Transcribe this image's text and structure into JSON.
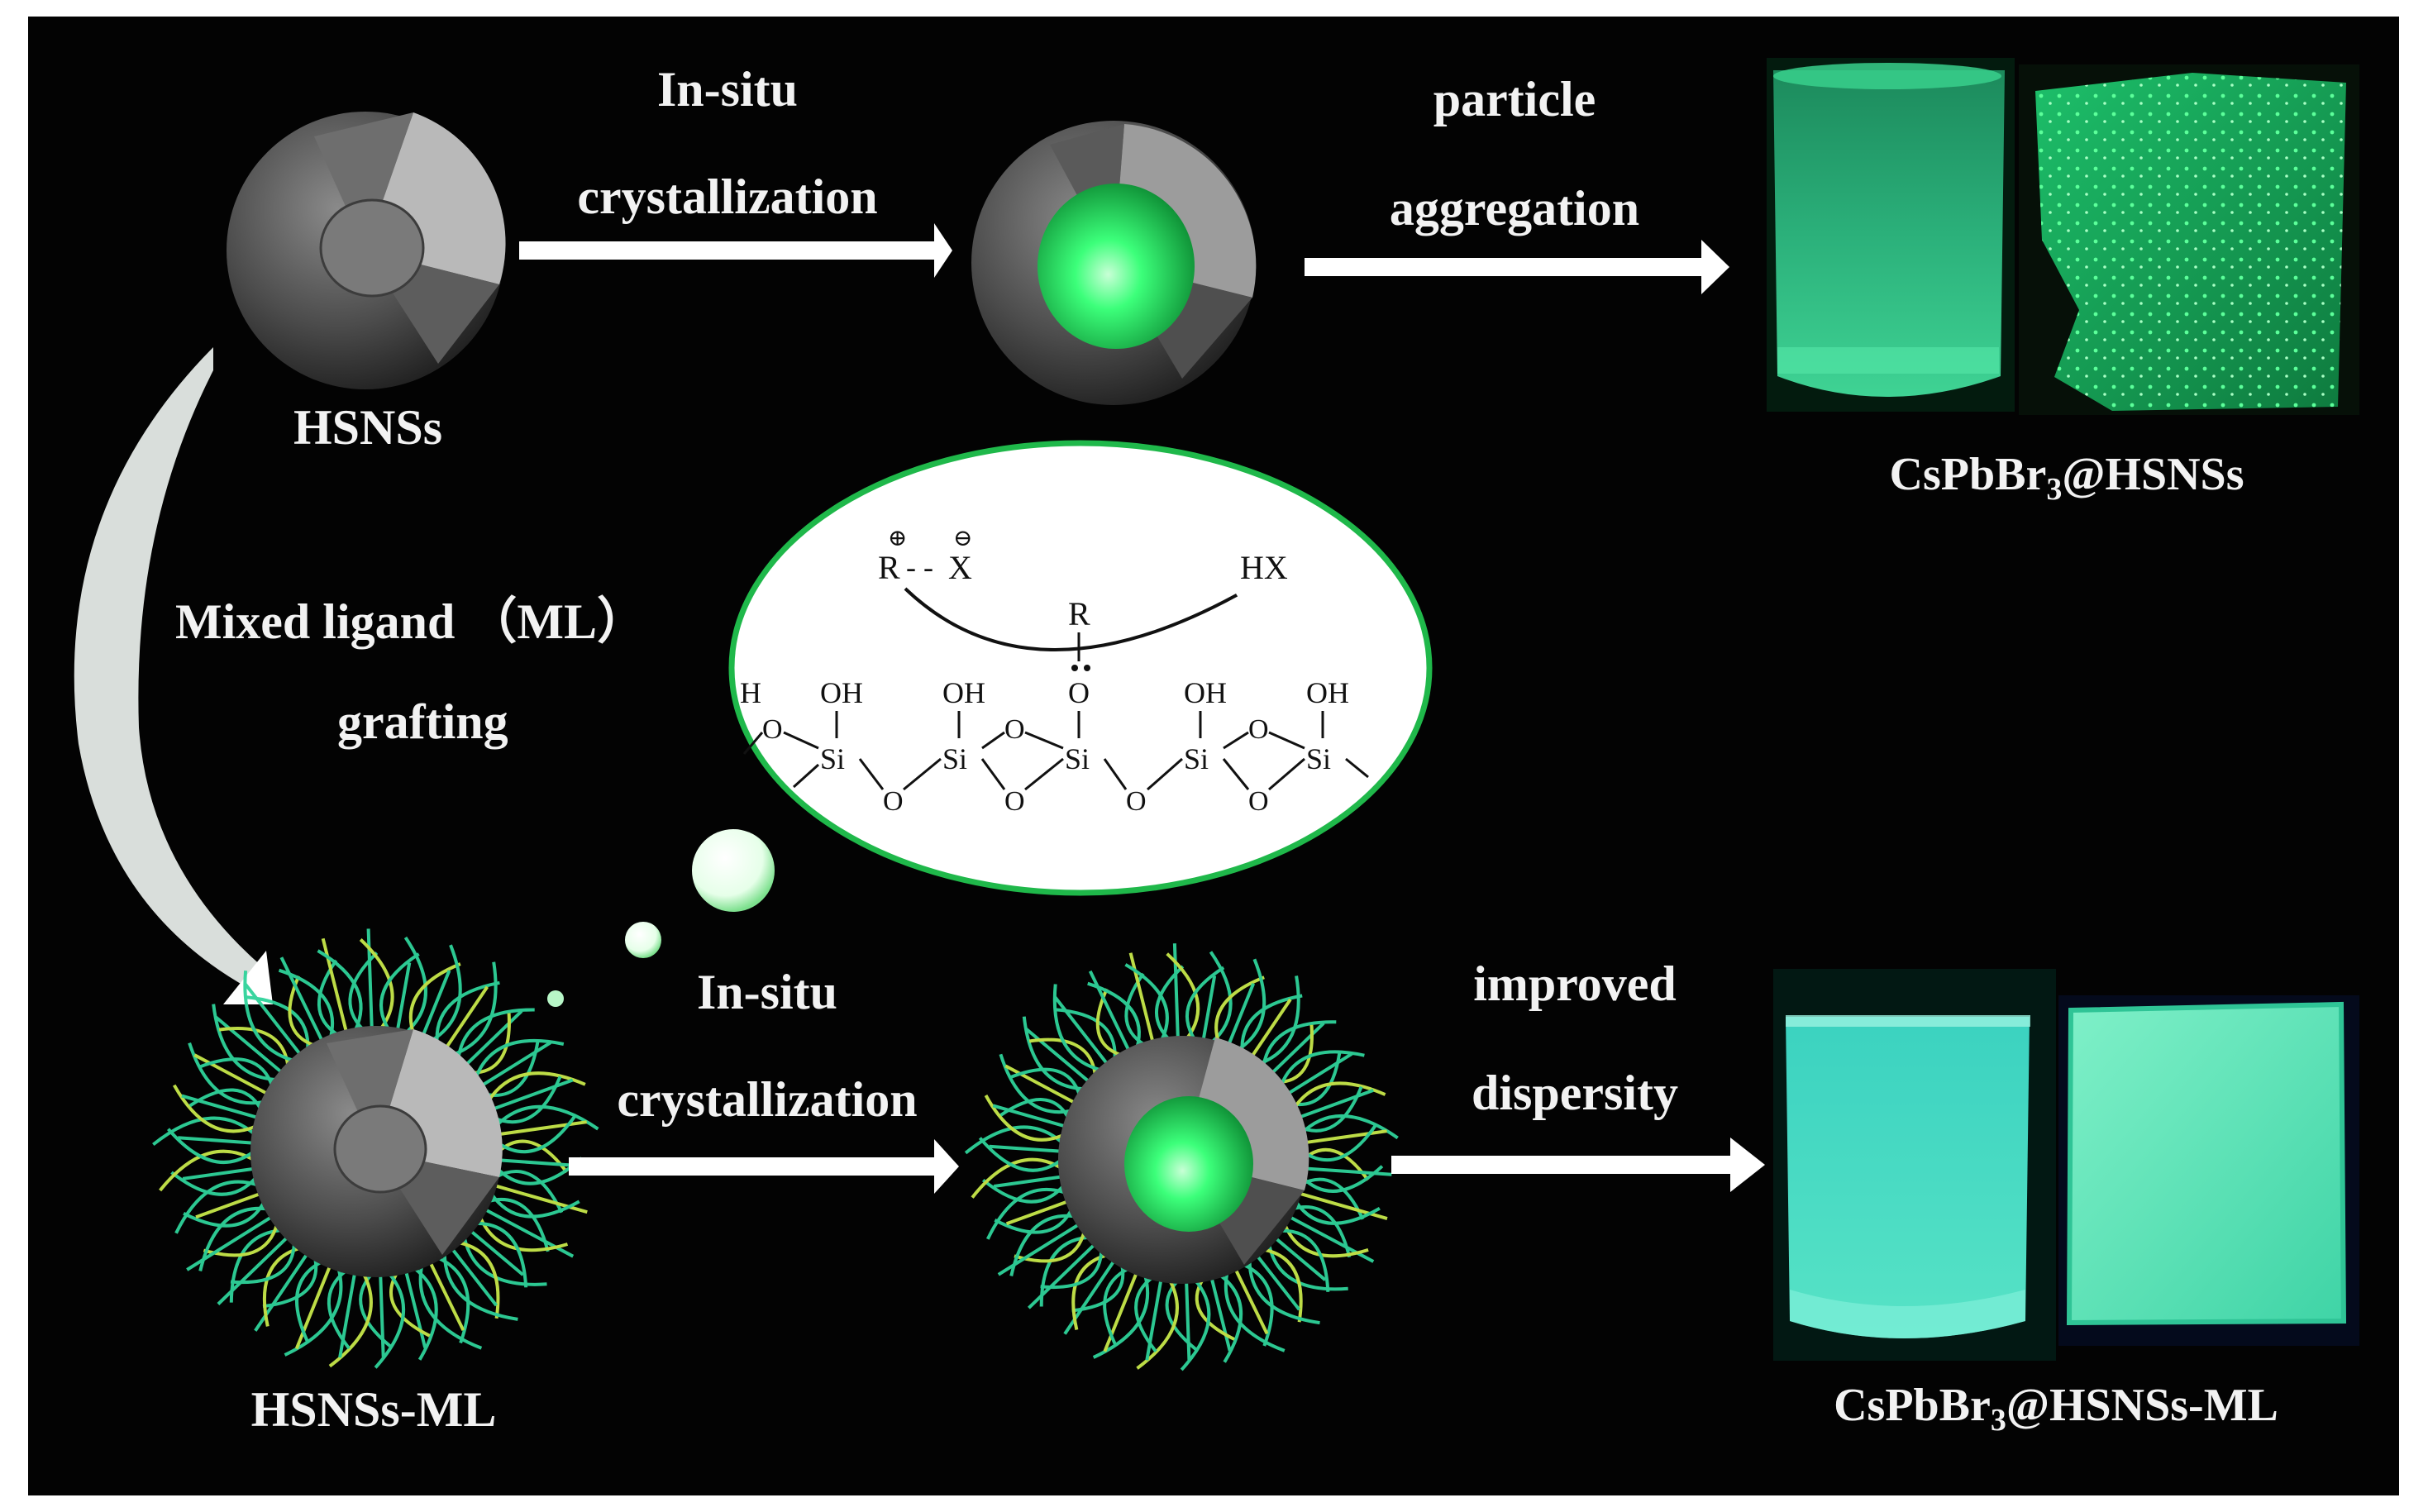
{
  "labels": {
    "top_step1_line1": "In-situ",
    "top_step1_line2": "crystallization",
    "top_step2_line1": "particle",
    "top_step2_line2": "aggregation",
    "hsns": "HSNSs",
    "product_top_main": "CsPbBr",
    "product_top_sub": "3",
    "product_top_tail": "@HSNSs",
    "grafting_line1": "Mixed ligand （ML）",
    "grafting_line2": "grafting",
    "bottom_step1_line1": "In-situ",
    "bottom_step1_line2": "crystallization",
    "bottom_step2_line1": "improved",
    "bottom_step2_line2": "dispersity",
    "hsns_ml": "HSNSs-ML",
    "product_bottom_main": "CsPbBr",
    "product_bottom_sub": "3",
    "product_bottom_tail": "@HSNSs-ML"
  },
  "chemistry": {
    "r_plus": "R",
    "x_minus": "X",
    "plus_sign": "⊕",
    "minus_sign": "⊖",
    "hx": "HX",
    "r_top": "R",
    "oh": "OH",
    "si": "Si",
    "o": "O",
    "h": "H",
    "dashes": "- -"
  },
  "colors": {
    "background": "#030303",
    "text": "#f2f2f2",
    "emission_green": "#21f06b",
    "cyan_emission": "#3fe0b8",
    "bubble_border": "#1fb84a"
  }
}
